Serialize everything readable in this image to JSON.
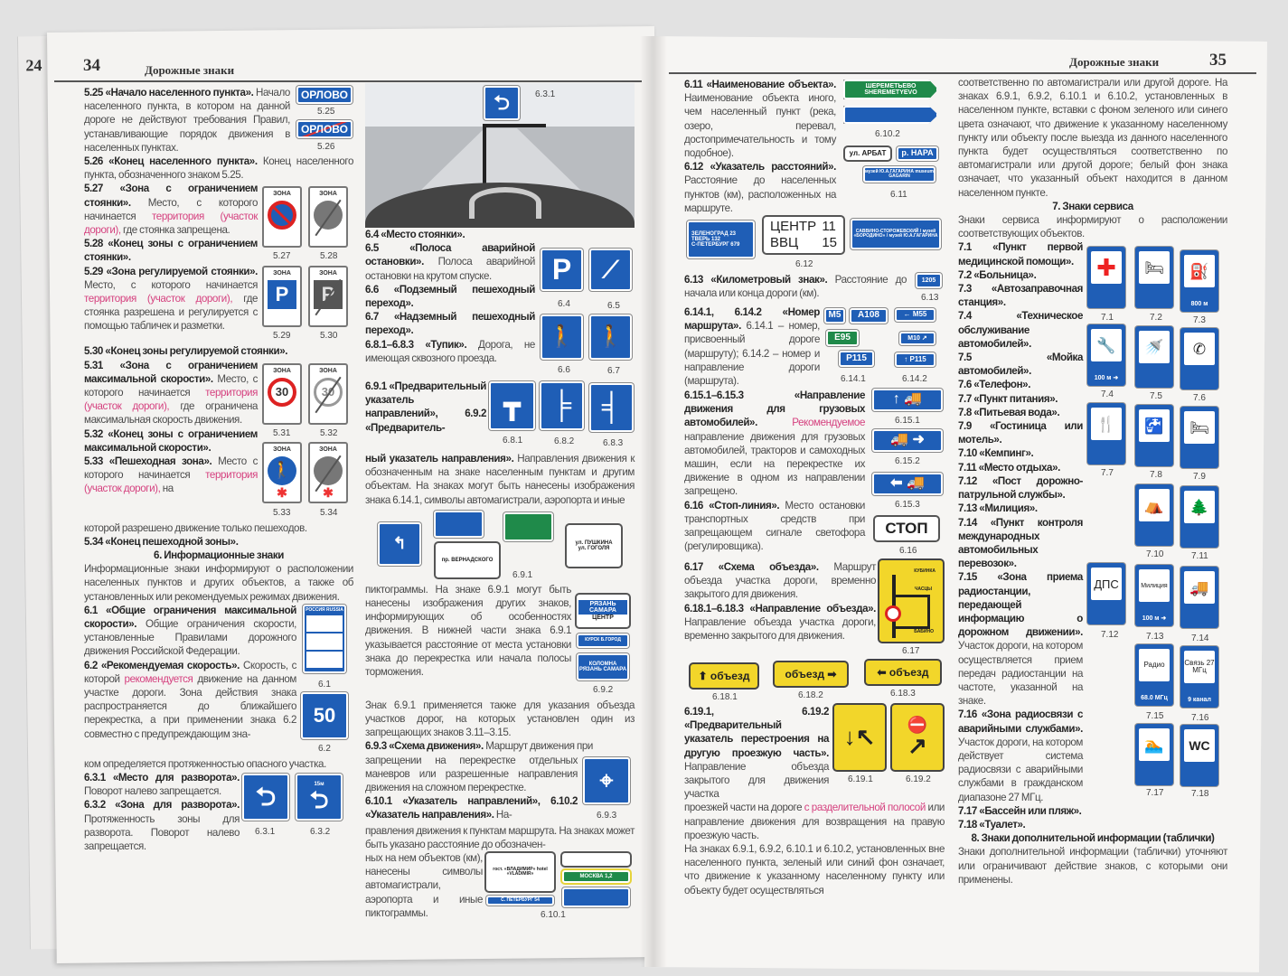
{
  "prev_page": {
    "number": "24"
  },
  "left_page": {
    "number": "34",
    "title": "Дорожные знаки"
  },
  "right_page": {
    "number": "35",
    "title": "Дорожные знаки"
  },
  "text": {
    "b1": [
      [
        [
          "b",
          "5.25 «Начало населенного пункта»."
        ],
        [
          "n",
          " Начало населенного пункта, в котором на данной дороге не действуют требования Правил, устанавливающие порядок движения в населенных пунктах."
        ]
      ]
    ],
    "b2": [
      [
        [
          "b",
          "5.26 «Конец населенного пункта»."
        ],
        [
          "n",
          " Конец населенного пункта, обозначенного знаком 5.25."
        ]
      ]
    ],
    "b3": [
      [
        [
          "b",
          "5.27 «Зона с ограничением стоянки»."
        ],
        [
          "n",
          " Место, с которого начинается "
        ],
        [
          "p",
          "территория (участок дороги),"
        ],
        [
          "n",
          " где стоянка запрещена."
        ]
      ],
      [
        [
          "b",
          "5.28 «Конец зоны с ограничением стоянки»."
        ]
      ],
      [
        [
          "b",
          "5.29 «Зона регулируемой стоянки»."
        ],
        [
          "n",
          " Место, с которого начинается "
        ],
        [
          "p",
          "территория (участок дороги),"
        ],
        [
          "n",
          " где стоянка разрешена и регулируется с помощью табличек и разметки."
        ]
      ]
    ],
    "b4": [
      [
        [
          "b",
          "5.30 «Конец зоны регулируемой стоянки»."
        ]
      ]
    ],
    "b5": [
      [
        [
          "b",
          "5.31 «Зона с ограничением максимальной скорости»."
        ],
        [
          "n",
          " Место, с которого начинается "
        ],
        [
          "p",
          "территория (участок дороги),"
        ],
        [
          "n",
          " где ограничена максимальная скорость движения."
        ]
      ],
      [
        [
          "b",
          "5.32 «Конец зоны с ограничением максимальной скорости»."
        ]
      ],
      [
        [
          "b",
          "5.33 «Пешеходная зона»."
        ],
        [
          "n",
          " Место с которого начинается "
        ],
        [
          "p",
          "территория (участок дороги),"
        ],
        [
          "n",
          " на"
        ]
      ]
    ],
    "b6": [
      [
        [
          "n",
          "которой разрешено движение только пешеходов."
        ]
      ],
      [
        [
          "b",
          "5.34 «Конец пешеходной зоны»."
        ]
      ],
      [
        [
          "h",
          "6. Информационные знаки"
        ]
      ],
      [
        [
          "n",
          "Информационные знаки информируют о расположении населенных пунктов и других объектов, а также об установленных или рекомендуемых режимах движения."
        ]
      ]
    ],
    "b7": [
      [
        [
          "b",
          "6.1 «Общие ограничения максимальной скорости»."
        ],
        [
          "n",
          " Общие ограничения скорости, установленные Правилами дорожного движения Российской Федерации."
        ]
      ],
      [
        [
          "b",
          "6.2 «Рекомендуемая скорость»."
        ],
        [
          "n",
          " Скорость, с которой "
        ],
        [
          "p",
          "рекомендуется"
        ],
        [
          "n",
          " движение на данном участке дороги. Зона действия знака распространяется до ближайшего перекрестка, а при применении знака 6.2 совместно с предупреждающим зна-"
        ]
      ]
    ],
    "b8": [
      [
        [
          "n",
          "ком определяется протяженностью опасного участка."
        ]
      ]
    ],
    "b9": [
      [
        [
          "b",
          "6.3.1 «Место для разворота»."
        ],
        [
          "n",
          " Поворот налево запрещается."
        ]
      ],
      [
        [
          "b",
          "6.3.2 «Зона для разворота»."
        ],
        [
          "n",
          " Протяженность зоны для разворота. Поворот налево запрещается."
        ]
      ]
    ],
    "c1": [
      [
        [
          "b",
          "6.4 «Место стоянки»."
        ]
      ],
      [
        [
          "b",
          "6.5 «Полоса аварийной остановки»."
        ],
        [
          "n",
          " Полоса аварийной остановки на крутом спуске."
        ]
      ],
      [
        [
          "b",
          "6.6 «Подземный пешеходный переход»."
        ]
      ],
      [
        [
          "b",
          "6.7 «Надземный пешеходный переход»."
        ]
      ],
      [
        [
          "b",
          "6.8.1–6.8.3 «Тупик»."
        ],
        [
          "n",
          " Дорога, не имеющая сквозного проезда."
        ]
      ]
    ],
    "c2": [
      [
        [
          "b",
          "6.9.1 «Предварительный указатель направлений», 6.9.2 «Предваритель-"
        ]
      ]
    ],
    "c3": [
      [
        [
          "b",
          "ный указатель направления»."
        ],
        [
          "n",
          " Направления движения к обозначенным на знаке населенным пунктам и другим объектам. На знаках могут быть нанесены изображения знака 6.14.1, символы автомагистрали, аэропорта и иные"
        ]
      ]
    ],
    "c4": [
      [
        [
          "n",
          "пиктограммы. На знаке 6.9.1 могут быть нанесены изображения других знаков, информирующих об особенностях движения. В нижней части знака 6.9.1 указывается расстояние от места установки знака до перекрестка или начала полосы торможения."
        ]
      ]
    ],
    "c5": [
      [
        [
          "n",
          "Знак 6.9.1 применяется также для указания объезда участков дорог, на которых установлен один из запрещающих знаков 3.11–3.15."
        ]
      ],
      [
        [
          "b",
          "6.9.3 «Схема движения»."
        ],
        [
          "n",
          " Маршрут движения при"
        ]
      ]
    ],
    "c6": [
      [
        [
          "n",
          "запрещении на перекрестке отдельных маневров или разрешенные направления движения на сложном перекрестке."
        ]
      ],
      [
        [
          "b",
          "6.10.1 «Указатель направлений», 6.10.2 «Указатель направления»."
        ],
        [
          "n",
          " На-"
        ]
      ]
    ],
    "c7": [
      [
        [
          "n",
          "правления движения к пунктам маршрута. На знаках может быть указано расстояние до обозначен-"
        ]
      ]
    ],
    "c8": [
      [
        [
          "n",
          "ных на нем объектов (км), нанесены символы автомагистрали, аэропорта и иные пиктограммы."
        ]
      ]
    ],
    "r1": [
      [
        [
          "b",
          "6.11 «Наименование объекта»."
        ],
        [
          "n",
          " Наименование объекта иного, чем населенный пункт (река, озеро, перевал, достопримечательность и тому подобное)."
        ]
      ],
      [
        [
          "b",
          "6.12 «Указатель расстояний»."
        ],
        [
          "n",
          " Расстояние до населенных пунктов (км), расположенных на маршруте."
        ]
      ]
    ],
    "r2": [
      [
        [
          "b",
          "6.13 «Километровый знак»."
        ],
        [
          "n",
          " Расстояние до начала или конца дороги (км)."
        ]
      ]
    ],
    "r3": [
      [
        [
          "b",
          "6.14.1, 6.14.2 «Номер маршрута»."
        ],
        [
          "n",
          " 6.14.1 – номер, присвоенный дороге (маршруту); 6.14.2 – номер и направление дороги (маршрута)."
        ]
      ]
    ],
    "r4": [
      [
        [
          "b",
          "6.15.1–6.15.3 «Направление движения для грузовых автомобилей»."
        ],
        [
          "n",
          " "
        ],
        [
          "p",
          "Рекомендуемое"
        ],
        [
          "n",
          " направление движения для грузовых автомобилей, тракторов и самоходных машин, если на перекрестке их движение в одном из направлении запрещено."
        ]
      ],
      [
        [
          "b",
          "6.16 «Стоп-линия»."
        ],
        [
          "n",
          " Место остановки транспортных средств при запрещающем сигнале светофора (регулировщика)."
        ]
      ]
    ],
    "r5": [
      [
        [
          "b",
          "6.17 «Схема объезда»."
        ],
        [
          "n",
          " Маршрут объезда участка дороги, временно закрытого для движения."
        ]
      ],
      [
        [
          "b",
          "6.18.1–6.18.3 «Направление объезда»."
        ],
        [
          "n",
          " Направление объезда участка дороги, временно закрытого для движения."
        ]
      ]
    ],
    "r6": [
      [
        [
          "b",
          "6.19.1, 6.19.2 «Предварительный указатель перестроения на другую проезжую часть»."
        ],
        [
          "n",
          " Направление объезда закрытого для движения участка"
        ]
      ]
    ],
    "r7": [
      [
        [
          "n",
          "проезжей части на дороге "
        ],
        [
          "p",
          "с разделительной полосой"
        ],
        [
          "n",
          " или направление движения для возвращения на правую проезжую часть."
        ]
      ],
      [
        [
          "n",
          "На знаках 6.9.1, 6.9.2, 6.10.1 и 6.10.2, установленных вне населенного пункта, зеленый или синий фон означает, что движение к указанному населенному пункту или объекту будет осуществляться"
        ]
      ]
    ],
    "s1": [
      [
        [
          "n",
          "соответственно по автомагистрали или другой дороге. На знаках 6.9.1, 6.9.2, 6.10.1 и 6.10.2, установленных в населенном пункте, вставки с фоном зеленого или синего цвета означают, что движение к указанному населенному пункту или объекту после выезда из данного населенного пункта будет осуществляться соответственно по автомагистрали или другой дороге; белый фон знака означает, что указанный объект находится в данном населенном пункте."
        ]
      ],
      [
        [
          "h",
          "7. Знаки сервиса"
        ]
      ],
      [
        [
          "n",
          "Знаки сервиса информируют о расположении соответствующих объектов."
        ]
      ]
    ],
    "s2": [
      [
        [
          "b",
          "7.1 «Пункт первой медицинской помощи»."
        ]
      ],
      [
        [
          "b",
          "7.2 «Больница»."
        ]
      ],
      [
        [
          "b",
          "7.3 «Автозаправочная станция»."
        ]
      ],
      [
        [
          "b",
          "7.4 «Техническое обслуживание автомобилей»."
        ]
      ],
      [
        [
          "b",
          "7.5 «Мойка автомобилей»."
        ]
      ],
      [
        [
          "b",
          "7.6 «Телефон»."
        ]
      ],
      [
        [
          "b",
          "7.7 «Пункт питания»."
        ]
      ],
      [
        [
          "b",
          "7.8 «Питьевая вода»."
        ]
      ],
      [
        [
          "b",
          "7.9 «Гостиница или мотель»."
        ]
      ],
      [
        [
          "b",
          "7.10 «Кемпинг»."
        ]
      ],
      [
        [
          "b",
          "7.11 «Место отдыха»."
        ]
      ]
    ],
    "s3": [
      [
        [
          "b",
          "7.12 «Пост дорожно-патрульной службы»."
        ]
      ],
      [
        [
          "b",
          "7.13 «Милиция»."
        ]
      ],
      [
        [
          "b",
          "7.14 «Пункт контроля международных автомобильных перевозок»."
        ]
      ],
      [
        [
          "b",
          "7.15 «Зона приема радиостанции, передающей информацию о дорожном движении»."
        ],
        [
          "n",
          " Участок дороги, на котором осуществляется прием передач радиостанции на частоте, указанной на знаке."
        ]
      ],
      [
        [
          "b",
          "7.16 «Зона радиосвязи с аварийными службами»."
        ],
        [
          "n",
          " Участок дороги, на котором действует система радиосвязи с аварийными службами в гражданском диапазоне 27 МГц."
        ]
      ]
    ],
    "s4": [
      [
        [
          "b",
          "7.17 «Бассейн или пляж»."
        ]
      ],
      [
        [
          "b",
          "7.18 «Туалет»."
        ]
      ],
      [
        [
          "h",
          "8. Знаки дополнительной информации (таблички)"
        ]
      ],
      [
        [
          "n",
          "Знаки дополнительной информации (таблички) уточняют или ограничивают действие знаков, с которыми они применены."
        ]
      ]
    ]
  },
  "signs": {
    "orlovo": "ОРЛОВО",
    "zone": "ЗОНА",
    "speed30": "30",
    "speed50": "50",
    "parking": "P",
    "russia": "РОССИЯ RUSSIA",
    "ryazan": "РЯЗАНЬ САМАРА",
    "centr_small": "ЦЕНТР",
    "kurs": "КУРСК Б.ГОРОД",
    "kolomna": "КОЛОМНА РЯЗАНЬ САМАРА",
    "vernadsky": "пр. ВЕРНАДСКОГО",
    "pushkina": "ул. ПУШКИНА",
    "gogolya": "ул. ГОГОЛЯ",
    "vladimir": "гост. «ВЛАДИМИР» hotel «VLADIMIR»",
    "moskva": "МОСКВА 1,2",
    "peterburg": "С. ПЕТЕРБУРГ 54",
    "sheremetyevo": "ШЕРЕМЕТЬЕВО SHEREMETYEVO",
    "arbat": "ул. АРБАТ",
    "nara": "р. НАРА",
    "gagarin": "музей Ю.А.ГАГАРИНА museum GAGARIN",
    "zelenograd": "ЗЕЛЕНОГРАД 23",
    "tver": "ТВЕРЬ 132",
    "spb": "С-ПЕТЕРБУРГ 679",
    "centr": "ЦЕНТР",
    "centr_km": "11",
    "vvc": "ВВЦ",
    "vvc_km": "15",
    "borodino": "САВВИНО-СТОРОЖЕВСКИЙ / музей «БОРОДИНО» / музей Ю.А.ГАГАРИНА",
    "km1205": "1205",
    "m5": "M5",
    "a108": "A108",
    "m55": "← M55",
    "e95": "E95",
    "m10": "M10 ↗",
    "p115": "P115",
    "p115_up": "↑ P115",
    "stop": "СТОП",
    "kubinka": "КУБИНКА",
    "chastsy": "ЧАСЦЫ",
    "babino": "БАБИНО",
    "obezd": "объезд",
    "m800": "800 м",
    "m100": "100 м ➜",
    "dps": "ДПС",
    "militsiya": "Милиция",
    "radio": "Радио",
    "radio_freq": "68.0 МГц",
    "svyaz": "Связь 27 МГц",
    "kanal": "9 канал",
    "wc": "WC",
    "m15": "15м"
  },
  "captions": {
    "c525": "5.25",
    "c526": "5.26",
    "c527": "5.27",
    "c528": "5.28",
    "c529": "5.29",
    "c530": "5.30",
    "c531": "5.31",
    "c532": "5.32",
    "c533": "5.33",
    "c534": "5.34",
    "c61": "6.1",
    "c62": "6.2",
    "c631": "6.3.1",
    "c632": "6.3.2",
    "c631b": "6.3.1",
    "c64": "6.4",
    "c65": "6.5",
    "c66": "6.6",
    "c67": "6.7",
    "c681": "6.8.1",
    "c682": "6.8.2",
    "c683": "6.8.3",
    "c691": "6.9.1",
    "c692": "6.9.2",
    "c693": "6.9.3",
    "c6101": "6.10.1",
    "c6102": "6.10.2",
    "c611": "6.11",
    "c612": "6.12",
    "c613": "6.13",
    "c6141": "6.14.1",
    "c6142": "6.14.2",
    "c6151": "6.15.1",
    "c6152": "6.15.2",
    "c6153": "6.15.3",
    "c616": "6.16",
    "c617": "6.17",
    "c6181": "6.18.1",
    "c6182": "6.18.2",
    "c6183": "6.18.3",
    "c6191": "6.19.1",
    "c6192": "6.19.2",
    "c71": "7.1",
    "c72": "7.2",
    "c73": "7.3",
    "c74": "7.4",
    "c75": "7.5",
    "c76": "7.6",
    "c77": "7.7",
    "c78": "7.8",
    "c79": "7.9",
    "c710": "7.10",
    "c711": "7.11",
    "c712": "7.12",
    "c713": "7.13",
    "c714": "7.14",
    "c715": "7.15",
    "c716": "7.16",
    "c717": "7.17",
    "c718": "7.18"
  },
  "colors": {
    "sign_blue": "#1f5eb6",
    "sign_green": "#1f8a4a",
    "sign_yellow": "#f2d62a",
    "highlight_pink": "#d5417f"
  }
}
